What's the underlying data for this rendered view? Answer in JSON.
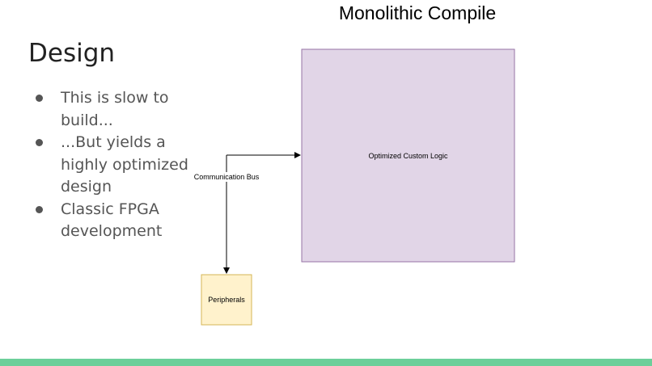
{
  "slide": {
    "title": "Design",
    "bullets": [
      "This is slow to build...",
      "...But yields a highly optimized design",
      "Classic FPGA development"
    ]
  },
  "diagram": {
    "title": "Monolithic Compile",
    "logic_block_label": "Optimized Custom Logic",
    "bus_label": "Communication Bus",
    "peripherals_label": "Peripherals"
  },
  "colors": {
    "logic_fill": "#e1d5e7",
    "logic_stroke": "#9673a6",
    "peripherals_fill": "#fff2cc",
    "peripherals_stroke": "#d6b656",
    "bottom_bar": "#6ccf9a",
    "text_dark": "#222222",
    "text_bullets": "#555555"
  }
}
